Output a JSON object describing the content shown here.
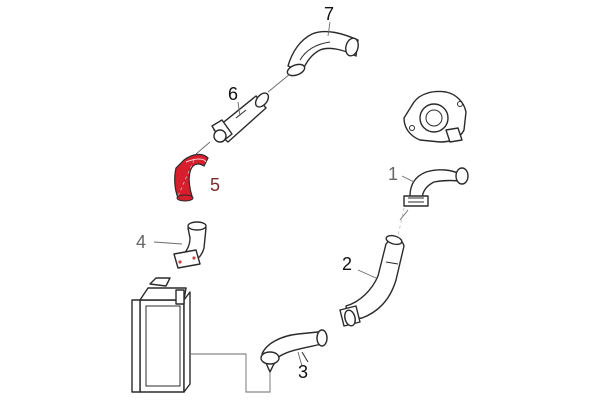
{
  "diagram": {
    "callouts": [
      {
        "id": "7",
        "label": "7"
      },
      {
        "id": "6",
        "label": "6"
      },
      {
        "id": "5",
        "label": "5"
      },
      {
        "id": "4",
        "label": "4"
      },
      {
        "id": "1",
        "label": "1"
      },
      {
        "id": "2",
        "label": "2"
      },
      {
        "id": "3",
        "label": "3"
      }
    ],
    "highlight_color": "#d81e2c",
    "line_color": "#2b2b2b"
  }
}
